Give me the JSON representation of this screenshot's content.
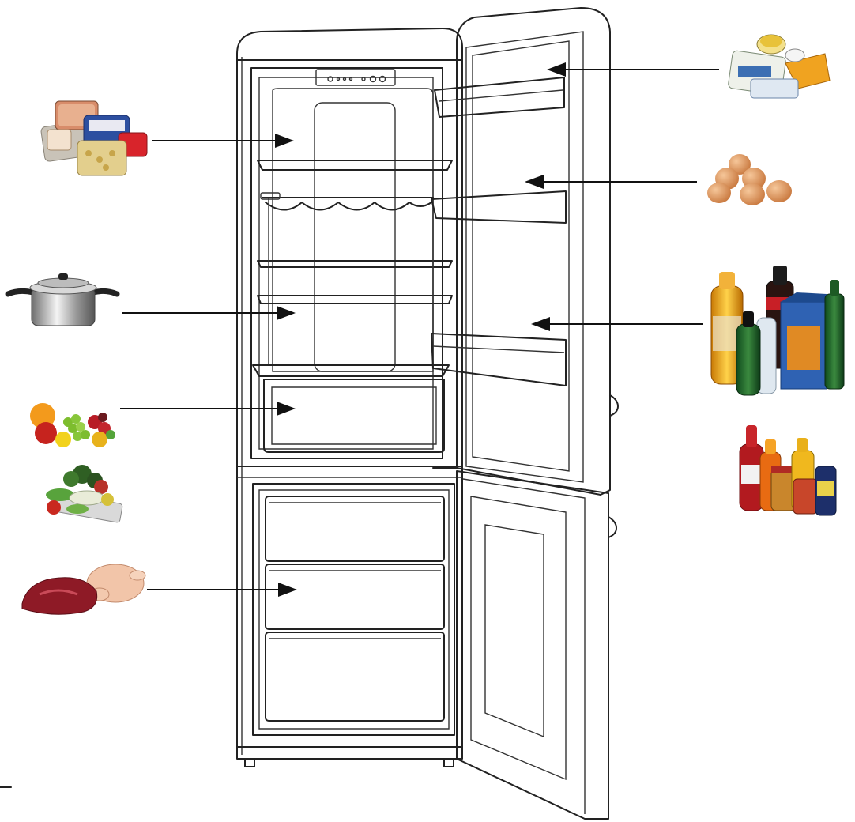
{
  "diagram": {
    "subject": "refrigerator-food-placement",
    "fridge_zones": [
      {
        "id": "upper-shelf",
        "food_icon": "packaged-deli-food-icon"
      },
      {
        "id": "middle-shelf",
        "food_icon": "cooking-pot-icon"
      },
      {
        "id": "crisper-drawer",
        "food_icon": "fruit-icon"
      },
      {
        "id": "crisper-drawer-vegetables",
        "food_icon": "vegetables-icon"
      },
      {
        "id": "freezer-drawer",
        "food_icon": "raw-meat-poultry-icon"
      }
    ],
    "door_zones": [
      {
        "id": "door-top-shelf",
        "food_icon": "butter-cheese-icon"
      },
      {
        "id": "door-middle-shelf",
        "food_icon": "eggs-icon"
      },
      {
        "id": "door-bottom-shelf",
        "food_icon": "bottled-drinks-icon"
      },
      {
        "id": "door-bottom-shelf-extra",
        "food_icon": "sauces-jars-icon"
      }
    ],
    "colors": {
      "outline": "#222222",
      "arrow": "#111111",
      "background": "#ffffff"
    }
  }
}
